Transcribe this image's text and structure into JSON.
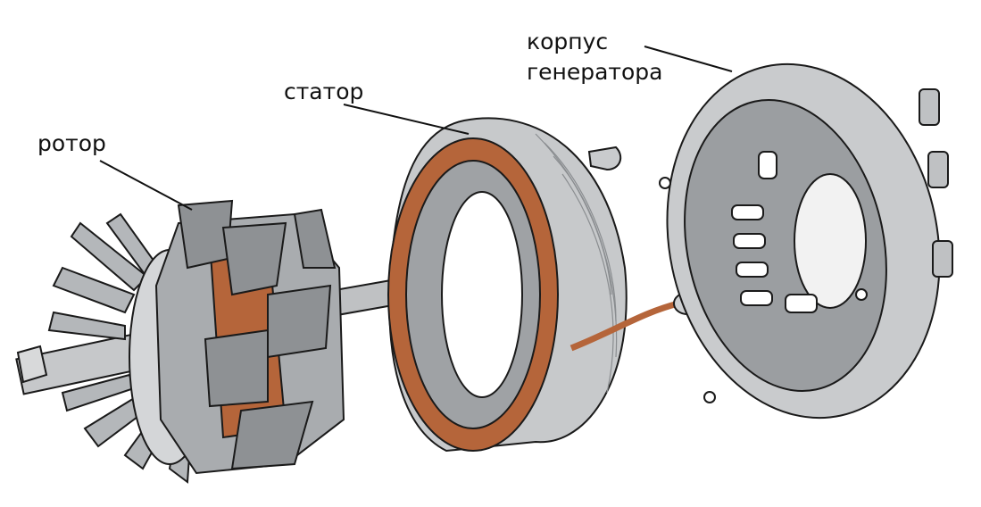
{
  "labels": {
    "rotor": "ротор",
    "stator": "статор",
    "housing_line1": "корпус",
    "housing_line2": "генератора"
  },
  "colors": {
    "metal": "#b9bcbf",
    "metal_dark": "#6e7174",
    "metal_light": "#e3e5e6",
    "copper": "#b5653a",
    "outline": "#1a1a1a"
  }
}
